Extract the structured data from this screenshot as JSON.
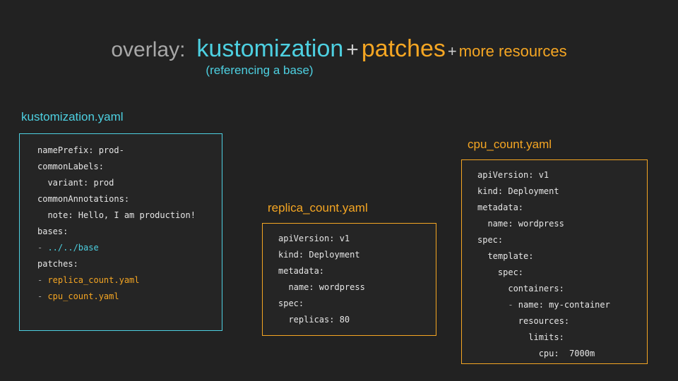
{
  "slide": {
    "background_color": "#222222",
    "title": {
      "overlay_label": "overlay:",
      "term_one": "kustomization",
      "plus_one": "+",
      "term_two": "patches",
      "plus_two": "+",
      "term_three": "more resources"
    },
    "subtitle": "(referencing a base)"
  },
  "cards": [
    {
      "id": "kustomization",
      "label": "kustomization.yaml",
      "accent_color": "#4dd0e1",
      "lines": [
        [
          {
            "t": "namePrefix: prod-",
            "c": "plain"
          }
        ],
        [
          {
            "t": "commonLabels:",
            "c": "plain"
          }
        ],
        [
          {
            "t": "  variant: prod",
            "c": "plain"
          }
        ],
        [
          {
            "t": "commonAnnotations:",
            "c": "plain"
          }
        ],
        [
          {
            "t": "  note: Hello, I am production!",
            "c": "plain"
          }
        ],
        [
          {
            "t": "bases:",
            "c": "plain"
          }
        ],
        [
          {
            "t": "- ",
            "c": "dash"
          },
          {
            "t": "../../base",
            "c": "cyan"
          }
        ],
        [
          {
            "t": "patches:",
            "c": "plain"
          }
        ],
        [
          {
            "t": "- ",
            "c": "dash"
          },
          {
            "t": "replica_count.yaml",
            "c": "orange"
          }
        ],
        [
          {
            "t": "- ",
            "c": "dash"
          },
          {
            "t": "cpu_count.yaml",
            "c": "orange"
          }
        ]
      ]
    },
    {
      "id": "replica",
      "label": "replica_count.yaml",
      "accent_color": "#f5a623",
      "lines": [
        [
          {
            "t": "apiVersion: v1",
            "c": "plain"
          }
        ],
        [
          {
            "t": "kind: Deployment",
            "c": "plain"
          }
        ],
        [
          {
            "t": "metadata:",
            "c": "plain"
          }
        ],
        [
          {
            "t": "  name: wordpress",
            "c": "plain"
          }
        ],
        [
          {
            "t": "spec:",
            "c": "plain"
          }
        ],
        [
          {
            "t": "  replicas: 80",
            "c": "plain"
          }
        ]
      ]
    },
    {
      "id": "cpu",
      "label": "cpu_count.yaml",
      "accent_color": "#f5a623",
      "lines": [
        [
          {
            "t": "apiVersion: v1",
            "c": "plain"
          }
        ],
        [
          {
            "t": "kind: Deployment",
            "c": "plain"
          }
        ],
        [
          {
            "t": "metadata:",
            "c": "plain"
          }
        ],
        [
          {
            "t": "  name: wordpress",
            "c": "plain"
          }
        ],
        [
          {
            "t": "spec:",
            "c": "plain"
          }
        ],
        [
          {
            "t": "  template:",
            "c": "plain"
          }
        ],
        [
          {
            "t": "    spec:",
            "c": "plain"
          }
        ],
        [
          {
            "t": "      containers:",
            "c": "plain"
          }
        ],
        [
          {
            "t": "      - ",
            "c": "dash"
          },
          {
            "t": "name: my-container",
            "c": "plain"
          }
        ],
        [
          {
            "t": "        resources:",
            "c": "plain"
          }
        ],
        [
          {
            "t": "          limits:",
            "c": "plain"
          }
        ],
        [
          {
            "t": "            cpu:  7000m",
            "c": "plain"
          }
        ]
      ]
    }
  ]
}
